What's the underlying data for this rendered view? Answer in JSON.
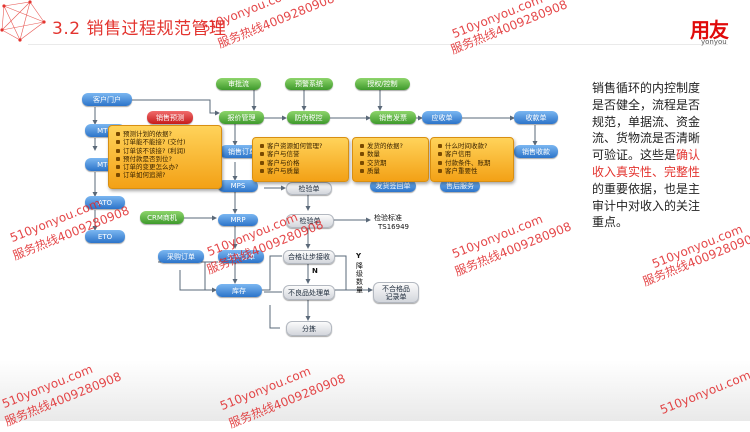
{
  "title": "3.2 销售过程规范管理",
  "logo": {
    "main": "用友",
    "sub": "yonyou"
  },
  "colors": {
    "accent": "#e3342f",
    "green": "#3e9a2c",
    "blue": "#2c74c9",
    "callout": "#f3a116"
  },
  "diagram": {
    "nodes": {
      "kehu_menhu": "客户门户",
      "xiaoshou_yuce": "销售预测",
      "mto1": "MTO",
      "mto2": "MTO",
      "ato": "ATO",
      "eto": "ETO",
      "crm": "CRM商机",
      "shenpi": "审批流",
      "yujing": "预警系统",
      "shouquan": "授权/控制",
      "baojia": "报价管理",
      "fangwei": "防伪税控",
      "xiaoshou_fapiao": "销售发票",
      "yingshou": "应收单",
      "shoukuan": "收款单",
      "xiaoshou_dingdan": "销售订单",
      "xiaoshou_shoukuan": "销售收款",
      "mps": "MPS",
      "mrp": "MRP",
      "fahuo_qianhui": "发货签回单",
      "shouhou": "售后服务",
      "jianyan": "检验单",
      "jianyan_dan": "检验单",
      "jianyan_biaozhun": "检验标准",
      "ts": "TS16949",
      "caigou": "采购订单",
      "shengchan": "生产订单",
      "hege": "合格让步接收",
      "buliang": "不良品处理单",
      "kucun": "库存",
      "buhege": "不合格品",
      "buhege2": "记录单",
      "fenjian": "分拣",
      "label_y": "Y",
      "label_n": "N",
      "label_jiangji": "降级数量"
    },
    "callouts": [
      {
        "items": [
          "预测计划的依据?",
          "订单能不能接? (交付)",
          "订单该不该接? (利润)",
          "预付款是否到位?",
          "订单的变更怎么办?",
          "订单如何追溯?"
        ]
      },
      {
        "items": [
          "客户资源如何管理?",
          "客户与信誉",
          "客户与价格",
          "客户与质量"
        ]
      },
      {
        "items": [
          "发货的依据?",
          "数量",
          "交货期",
          "质量"
        ]
      },
      {
        "items": [
          "什么时间收款?",
          "客户信用",
          "付款条件、账期",
          "客户重要性"
        ]
      }
    ]
  },
  "side_text": {
    "part1": "销售循环的内控制度是否健全，流程是否规范，单据流、资金流、货物流是否清晰可验证。这些是",
    "highlight": "确认收入真实性、完整性",
    "part2": "的重要依据，也是主审计中对收入的关注重点。"
  },
  "watermarks": {
    "domain": "510yonyou.com",
    "hotline": "服务热线4009280908"
  }
}
